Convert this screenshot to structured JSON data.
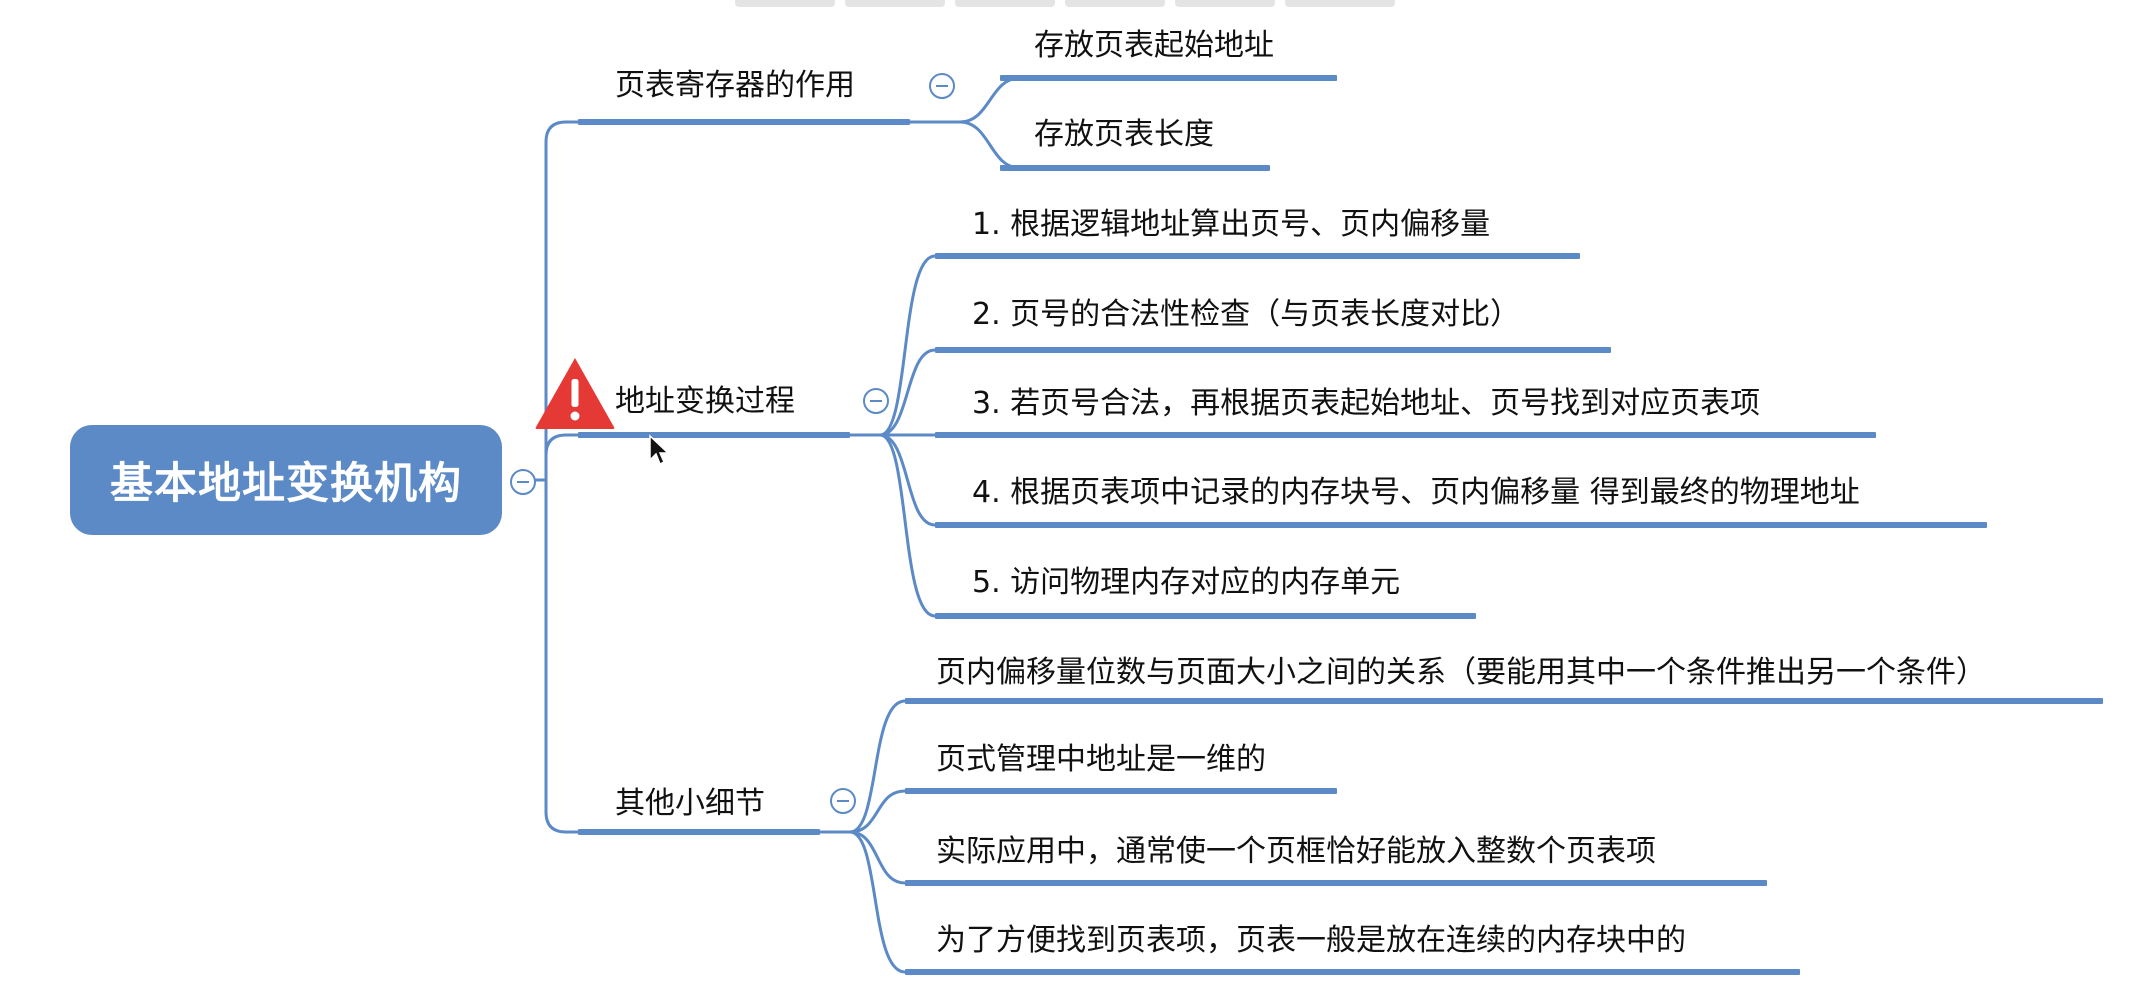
{
  "root": {
    "label": "基本地址变换机构"
  },
  "branches": [
    {
      "label": "页表寄存器的作用",
      "children": [
        "存放页表起始地址",
        "存放页表长度"
      ]
    },
    {
      "label": "地址变换过程",
      "flag": "warning-icon",
      "children": [
        "1. 根据逻辑地址算出页号、页内偏移量",
        "2. 页号的合法性检查（与页表长度对比）",
        "3. 若页号合法，再根据页表起始地址、页号找到对应页表项",
        "4. 根据页表项中记录的内存块号、页内偏移量 得到最终的物理地址",
        "5. 访问物理内存对应的内存单元"
      ]
    },
    {
      "label": "其他小细节",
      "children": [
        "页内偏移量位数与页面大小之间的关系（要能用其中一个条件推出另一个条件）",
        "页式管理中地址是一维的",
        "实际应用中，通常使一个页框恰好能放入整数个页表项",
        "为了方便找到页表项，页表一般是放在连续的内存块中的"
      ]
    }
  ],
  "colors": {
    "accent": "#5b8ac6",
    "warning": "#e53935",
    "text": "#111111"
  }
}
